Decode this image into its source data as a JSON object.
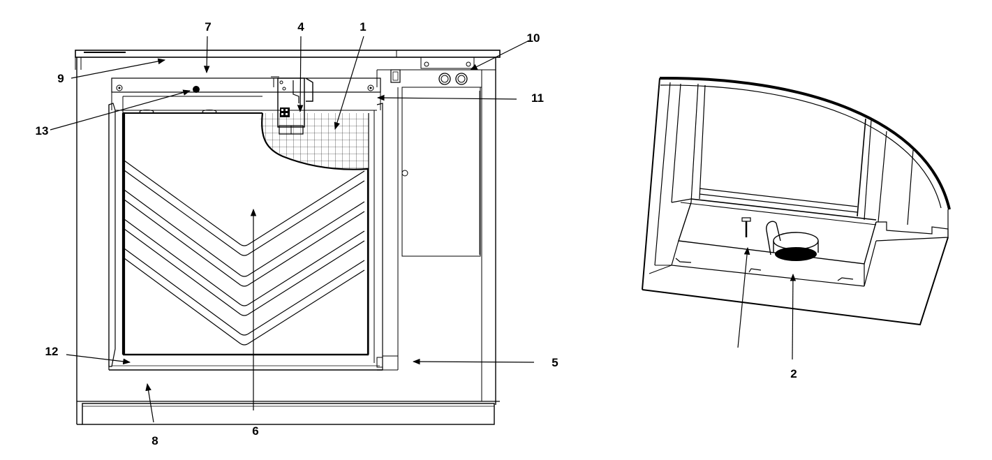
{
  "callouts": {
    "c1": "1",
    "c2": "2",
    "c4": "4",
    "c5": "5",
    "c6": "6",
    "c7": "7",
    "c8": "8",
    "c9": "9",
    "c10": "10",
    "c11": "11",
    "c12": "12",
    "c13": "13"
  },
  "colors": {
    "ink": "#000000",
    "paper": "#ffffff"
  }
}
